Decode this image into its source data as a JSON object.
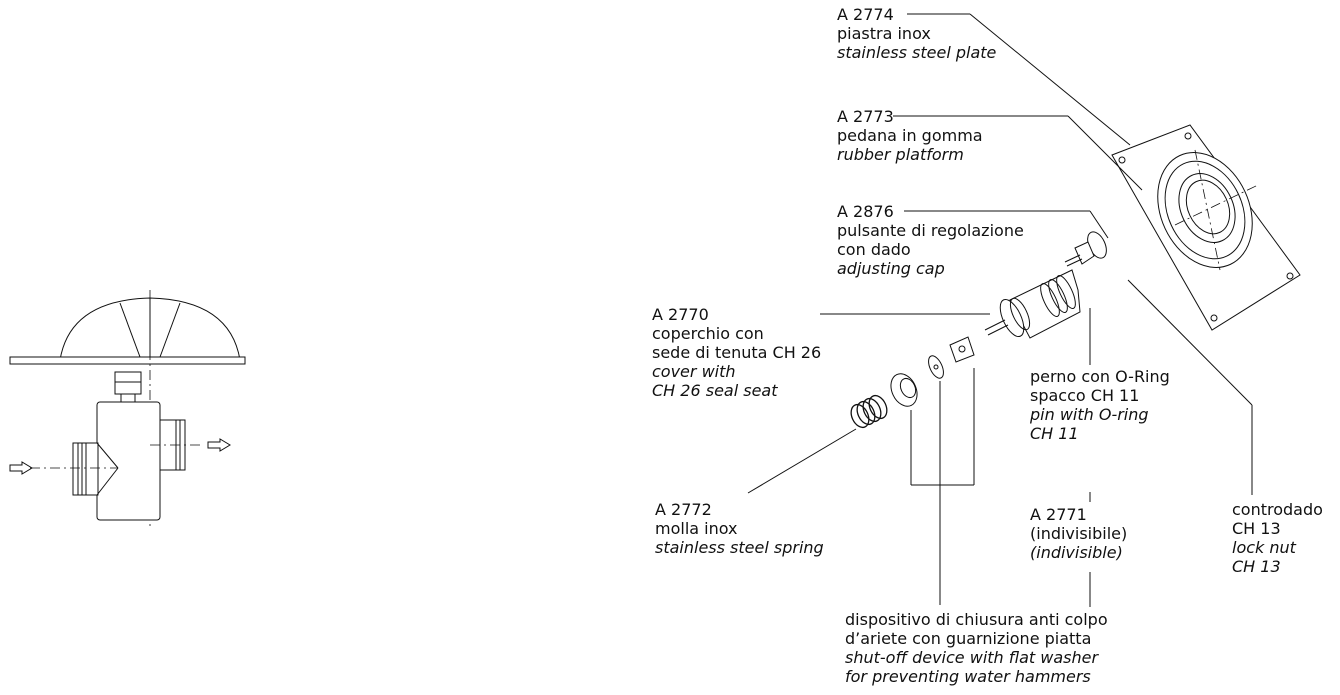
{
  "parts": {
    "a2774": {
      "code": "A 2774",
      "it": "piastra inox",
      "en": "stainless steel plate"
    },
    "a2773": {
      "code": "A 2773",
      "it": "pedana in gomma",
      "en": "rubber platform"
    },
    "a2876": {
      "code": "A 2876",
      "it1": "pulsante di regolazione",
      "it2": "con dado",
      "en": "adjusting cap"
    },
    "a2770": {
      "code": "A 2770",
      "it1": "coperchio con",
      "it2": "sede di tenuta CH 26",
      "en1": "cover with",
      "en2": "CH 26 seal seat"
    },
    "perno": {
      "it1": "perno con O-Ring",
      "it2": "spacco CH 11",
      "en1": "pin with O-ring",
      "en2": "CH 11"
    },
    "a2772": {
      "code": "A 2772",
      "it": "molla inox",
      "en": "stainless steel spring"
    },
    "a2771": {
      "code": "A 2771",
      "it": "(indivisibile)",
      "en": "(indivisible)"
    },
    "controdado": {
      "it1": "controdado",
      "it2": "CH 13",
      "en1": "lock nut",
      "en2": "CH 13"
    },
    "dispositivo": {
      "it1": "dispositivo di chiusura anti colpo",
      "it2": "d’ariete con guarnizione piatta",
      "en1": "shut-off device with flat washer",
      "en2": "for preventing water hammers"
    }
  }
}
